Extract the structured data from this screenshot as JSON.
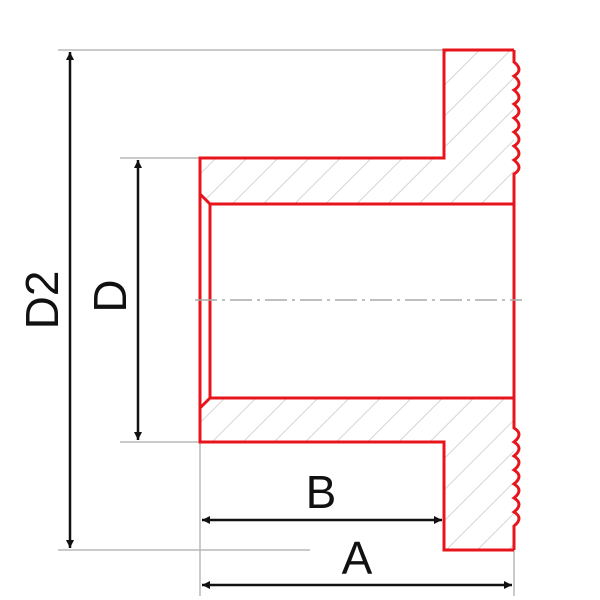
{
  "diagram": {
    "labels": {
      "d2": "D2",
      "d": "D",
      "b": "B",
      "a": "A"
    },
    "colors": {
      "part_outline": "#e8141c",
      "dimension": "#111111",
      "extension": "#b8b8b8",
      "hatch": "#c8c8c8"
    }
  }
}
